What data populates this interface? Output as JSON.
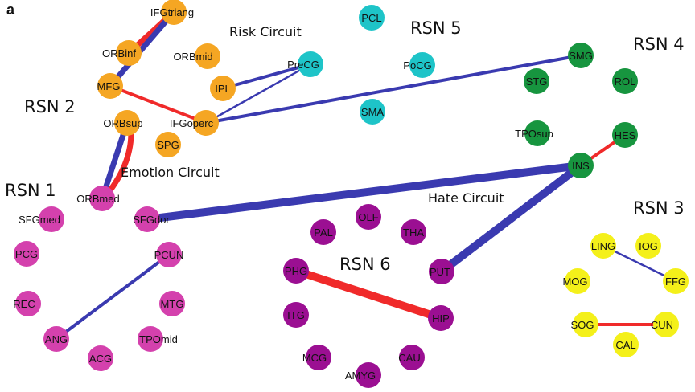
{
  "panel_label": "a",
  "colors": {
    "positive_edge": "#3a3ab0",
    "negative_edge": "#f02a2a",
    "RSN1": "#d441ad",
    "RSN2": "#f5a623",
    "RSN3": "#f4f01a",
    "RSN4": "#17953f",
    "RSN5": "#1ec4c8",
    "RSN6": "#9b0f92"
  },
  "groups": [
    {
      "id": "RSN1",
      "label": "RSN 1"
    },
    {
      "id": "RSN2",
      "label": "RSN 2"
    },
    {
      "id": "RSN3",
      "label": "RSN 3"
    },
    {
      "id": "RSN4",
      "label": "RSN 4"
    },
    {
      "id": "RSN5",
      "label": "RSN 5"
    },
    {
      "id": "RSN6",
      "label": "RSN 6"
    }
  ],
  "circuits": [
    {
      "id": "risk",
      "label": "Risk Circuit"
    },
    {
      "id": "emotion",
      "label": "Emotion Circuit"
    },
    {
      "id": "hate",
      "label": "Hate Circuit"
    }
  ],
  "nodes": [
    {
      "id": "IFGtriang",
      "group": "RSN2"
    },
    {
      "id": "ORBinf",
      "group": "RSN2"
    },
    {
      "id": "ORBmid",
      "group": "RSN2"
    },
    {
      "id": "MFG",
      "group": "RSN2"
    },
    {
      "id": "IPL",
      "group": "RSN2"
    },
    {
      "id": "ORBsup",
      "group": "RSN2"
    },
    {
      "id": "IFGoperc",
      "group": "RSN2"
    },
    {
      "id": "SPG",
      "group": "RSN2"
    },
    {
      "id": "PCL",
      "group": "RSN5"
    },
    {
      "id": "PreCG",
      "group": "RSN5"
    },
    {
      "id": "PoCG",
      "group": "RSN5"
    },
    {
      "id": "SMA",
      "group": "RSN5"
    },
    {
      "id": "SMG",
      "group": "RSN4"
    },
    {
      "id": "STG",
      "group": "RSN4"
    },
    {
      "id": "ROL",
      "group": "RSN4"
    },
    {
      "id": "TPOsup",
      "group": "RSN4"
    },
    {
      "id": "HES",
      "group": "RSN4"
    },
    {
      "id": "INS",
      "group": "RSN4"
    },
    {
      "id": "ORBmed",
      "group": "RSN1"
    },
    {
      "id": "SFGmed",
      "group": "RSN1"
    },
    {
      "id": "SFGdor",
      "group": "RSN1"
    },
    {
      "id": "PCG",
      "group": "RSN1"
    },
    {
      "id": "PCUN",
      "group": "RSN1"
    },
    {
      "id": "REC",
      "group": "RSN1"
    },
    {
      "id": "MTG",
      "group": "RSN1"
    },
    {
      "id": "ANG",
      "group": "RSN1"
    },
    {
      "id": "TPOmid",
      "group": "RSN1"
    },
    {
      "id": "ACG",
      "group": "RSN1"
    },
    {
      "id": "OLF",
      "group": "RSN6"
    },
    {
      "id": "PAL",
      "group": "RSN6"
    },
    {
      "id": "THA",
      "group": "RSN6"
    },
    {
      "id": "PHG",
      "group": "RSN6"
    },
    {
      "id": "PUT",
      "group": "RSN6"
    },
    {
      "id": "ITG",
      "group": "RSN6"
    },
    {
      "id": "HIP",
      "group": "RSN6"
    },
    {
      "id": "MCG",
      "group": "RSN6"
    },
    {
      "id": "CAU",
      "group": "RSN6"
    },
    {
      "id": "AMYG",
      "group": "RSN6"
    },
    {
      "id": "LING",
      "group": "RSN3"
    },
    {
      "id": "IOG",
      "group": "RSN3"
    },
    {
      "id": "MOG",
      "group": "RSN3"
    },
    {
      "id": "FFG",
      "group": "RSN3"
    },
    {
      "id": "SOG",
      "group": "RSN3"
    },
    {
      "id": "CUN",
      "group": "RSN3"
    },
    {
      "id": "CAL",
      "group": "RSN3"
    }
  ],
  "edges": [
    {
      "source": "ORBinf",
      "target": "IFGtriang",
      "sign": "negative",
      "weight": "thick"
    },
    {
      "source": "MFG",
      "target": "IFGtriang",
      "sign": "positive",
      "weight": "thick"
    },
    {
      "source": "MFG",
      "target": "IFGoperc",
      "sign": "negative",
      "weight": "medium"
    },
    {
      "source": "IPL",
      "target": "PreCG",
      "sign": "positive",
      "weight": "medium"
    },
    {
      "source": "IFGoperc",
      "target": "PreCG",
      "sign": "positive",
      "weight": "thin"
    },
    {
      "source": "IFGoperc",
      "target": "SMG",
      "sign": "positive",
      "weight": "medium"
    },
    {
      "source": "ORBsup",
      "target": "ORBmed",
      "sign": "positive",
      "weight": "thick"
    },
    {
      "source": "ORBsup",
      "target": "ORBmed",
      "sign": "negative",
      "weight": "thick",
      "curved": true
    },
    {
      "source": "SFGdor",
      "target": "INS",
      "sign": "positive",
      "weight": "very-thick"
    },
    {
      "source": "INS",
      "target": "HES",
      "sign": "negative",
      "weight": "medium"
    },
    {
      "source": "INS",
      "target": "PUT",
      "sign": "positive",
      "weight": "very-thick"
    },
    {
      "source": "PCUN",
      "target": "ANG",
      "sign": "positive",
      "weight": "medium"
    },
    {
      "source": "PHG",
      "target": "HIP",
      "sign": "negative",
      "weight": "very-thick"
    },
    {
      "source": "LING",
      "target": "FFG",
      "sign": "positive",
      "weight": "thin"
    },
    {
      "source": "SOG",
      "target": "CUN",
      "sign": "negative",
      "weight": "medium"
    }
  ]
}
